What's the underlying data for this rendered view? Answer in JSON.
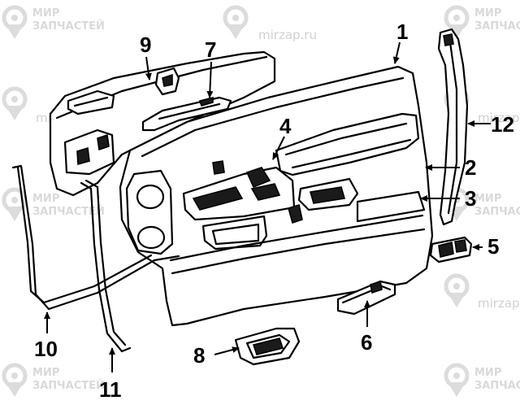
{
  "watermark": {
    "brand_line1": "МИР",
    "brand_line2": "ЗАПЧАСТЕЙ",
    "url": "mirzap.ru"
  },
  "callouts": {
    "c1": "1",
    "c2": "2",
    "c3": "3",
    "c4": "4",
    "c5": "5",
    "c6": "6",
    "c7": "7",
    "c8": "8",
    "c9": "9",
    "c10": "10",
    "c11": "11",
    "c12": "12"
  }
}
